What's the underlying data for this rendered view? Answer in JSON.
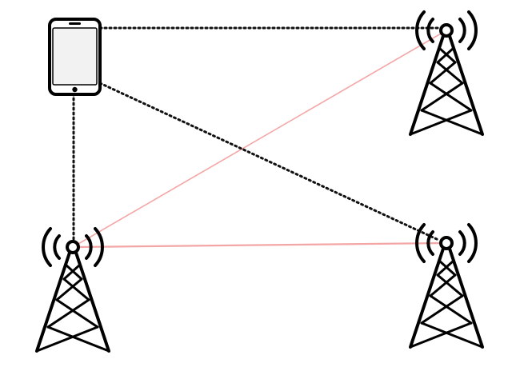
{
  "diagram": {
    "nodes": [
      {
        "id": "phone",
        "kind": "smartphone",
        "icon": "smartphone-icon"
      },
      {
        "id": "tower-top-right",
        "kind": "cell-tower",
        "icon": "cell-tower-icon"
      },
      {
        "id": "tower-bottom-left",
        "kind": "cell-tower",
        "icon": "cell-tower-icon"
      },
      {
        "id": "tower-bottom-right",
        "kind": "cell-tower",
        "icon": "cell-tower-icon"
      }
    ],
    "links": [
      {
        "from": "phone",
        "to": "tower-top-right",
        "style": "dotted"
      },
      {
        "from": "phone",
        "to": "tower-bottom-left",
        "style": "dotted"
      },
      {
        "from": "phone",
        "to": "tower-bottom-right",
        "style": "dotted"
      },
      {
        "from": "tower-bottom-left",
        "to": "tower-top-right",
        "style": "solid"
      },
      {
        "from": "tower-bottom-left",
        "to": "tower-bottom-right",
        "style": "solid"
      }
    ],
    "colors": {
      "dotted_link": "#111111",
      "solid_link": "#f4a6a6",
      "icon_stroke": "#000000",
      "phone_screen": "#f2f2f2"
    }
  }
}
